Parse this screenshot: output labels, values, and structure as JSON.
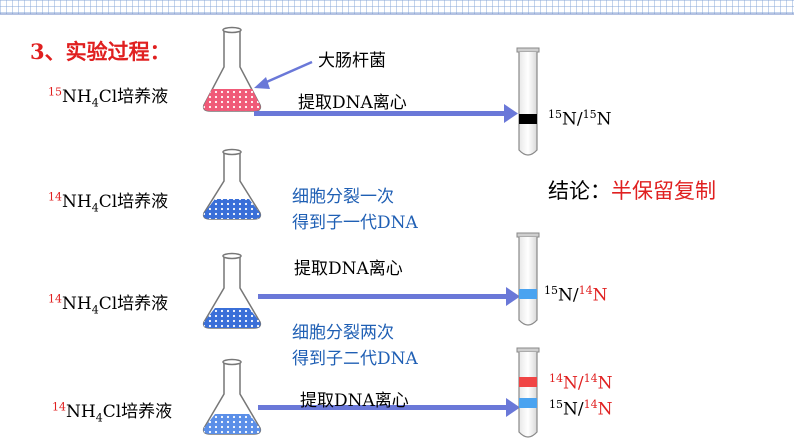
{
  "title": "3、实验过程：",
  "bacteria_label": "大肠杆菌",
  "conclusion": {
    "prefix": "结论：",
    "answer": "半保留复制"
  },
  "steps": [
    {
      "medium_iso": "15",
      "medium_formula_a": "NH",
      "medium_sub": "4",
      "medium_formula_b": "Cl培养液",
      "action": "提取DNA离心"
    },
    {
      "medium_iso": "14",
      "medium_formula_a": "NH",
      "medium_sub": "4",
      "medium_formula_b": "Cl培养液",
      "process_line1": "细胞分裂一次",
      "process_line2": "得到子一代DNA"
    },
    {
      "medium_iso": "14",
      "medium_formula_a": "NH",
      "medium_sub": "4",
      "medium_formula_b": "Cl培养液",
      "action": "提取DNA离心"
    },
    {
      "medium_iso": "14",
      "medium_formula_a": "NH",
      "medium_sub": "4",
      "medium_formula_b": "Cl培养液",
      "process_line1": "细胞分裂两次",
      "process_line2": "得到子二代DNA",
      "action": "提取DNA离心"
    }
  ],
  "results": {
    "tube1": {
      "iso_a": "15",
      "el_a": "N/",
      "iso_b": "15",
      "el_b": "N"
    },
    "tube2": {
      "iso_a": "15",
      "el_a": "N/",
      "iso_b": "14",
      "el_b": "N"
    },
    "tube3_top": {
      "iso_a": "14",
      "el_a": "N/",
      "iso_b": "14",
      "el_b": "N"
    },
    "tube3_bottom": {
      "iso_a": "15",
      "el_a": "N/",
      "iso_b": "14",
      "el_b": "N"
    }
  },
  "colors": {
    "title": "#e02020",
    "blue_text": "#1f5fb4",
    "arrow": "#6a78d8",
    "band_heavy": "#000000",
    "band_hybrid": "#4aa3f0",
    "band_light": "#f04545",
    "medium_pink": "#f05a78",
    "medium_blue": "#3a6fd8"
  }
}
